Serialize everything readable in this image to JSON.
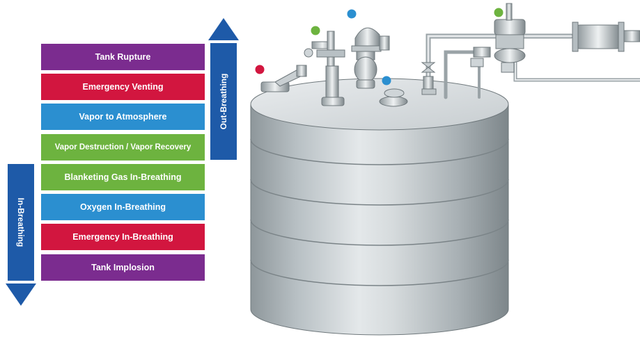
{
  "bands": [
    {
      "label": "Tank Rupture",
      "color": "#7b2c8f"
    },
    {
      "label": "Emergency Venting",
      "color": "#d2163f"
    },
    {
      "label": "Vapor to Atmosphere",
      "color": "#2b8fd0"
    },
    {
      "label": "Vapor Destruction / Vapor Recovery",
      "color": "#6db33f"
    },
    {
      "label": "Blanketing Gas In-Breathing",
      "color": "#6db33f"
    },
    {
      "label": "Oxygen In-Breathing",
      "color": "#2b8fd0"
    },
    {
      "label": "Emergency In-Breathing",
      "color": "#d2163f"
    },
    {
      "label": "Tank Implosion",
      "color": "#7b2c8f"
    }
  ],
  "out_breathing": {
    "label": "Out-Breathing",
    "color": "#1e5aa8"
  },
  "in_breathing": {
    "label": "In-Breathing",
    "color": "#1e5aa8"
  },
  "markers": {
    "red": "#d2163f",
    "green": "#6db33f",
    "blue": "#2b8fd0"
  }
}
